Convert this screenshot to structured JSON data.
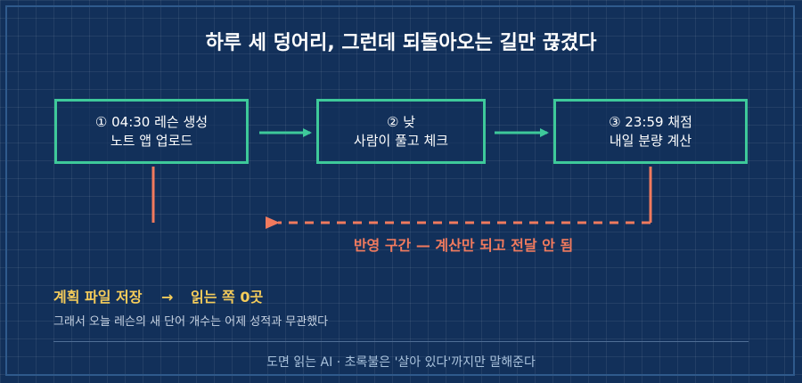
{
  "title": "하루 세 덩어리, 그런데 되돌아오는 길만 끊겼다",
  "nodes": [
    {
      "line1": "① 04:30 레슨 생성",
      "line2": "노트 앱 업로드"
    },
    {
      "line1": "② 낮",
      "line2": "사람이 풀고 체크"
    },
    {
      "line1": "③ 23:59 채점",
      "line2": "내일 분량 계산"
    }
  ],
  "feedback": {
    "label": "반영 구간 — 계산만 되고 전달 안 됨"
  },
  "plan": {
    "left": "계획 파일 저장",
    "arrow": "→",
    "right": "읽는 쪽 0곳"
  },
  "note": "그래서 오늘 레슨의 새 단어 개수는 어제 성적과 무관했다",
  "footer": "도면 읽는 AI · 초록불은 '살아 있다'까지만 말해준다",
  "colors": {
    "background": "#12305a",
    "grid": "#2f5a8c",
    "node_border": "#3ec99a",
    "forward_arrow": "#3ec99a",
    "feedback_arrow": "#f07a5e",
    "plan_text": "#f5cc5a"
  }
}
